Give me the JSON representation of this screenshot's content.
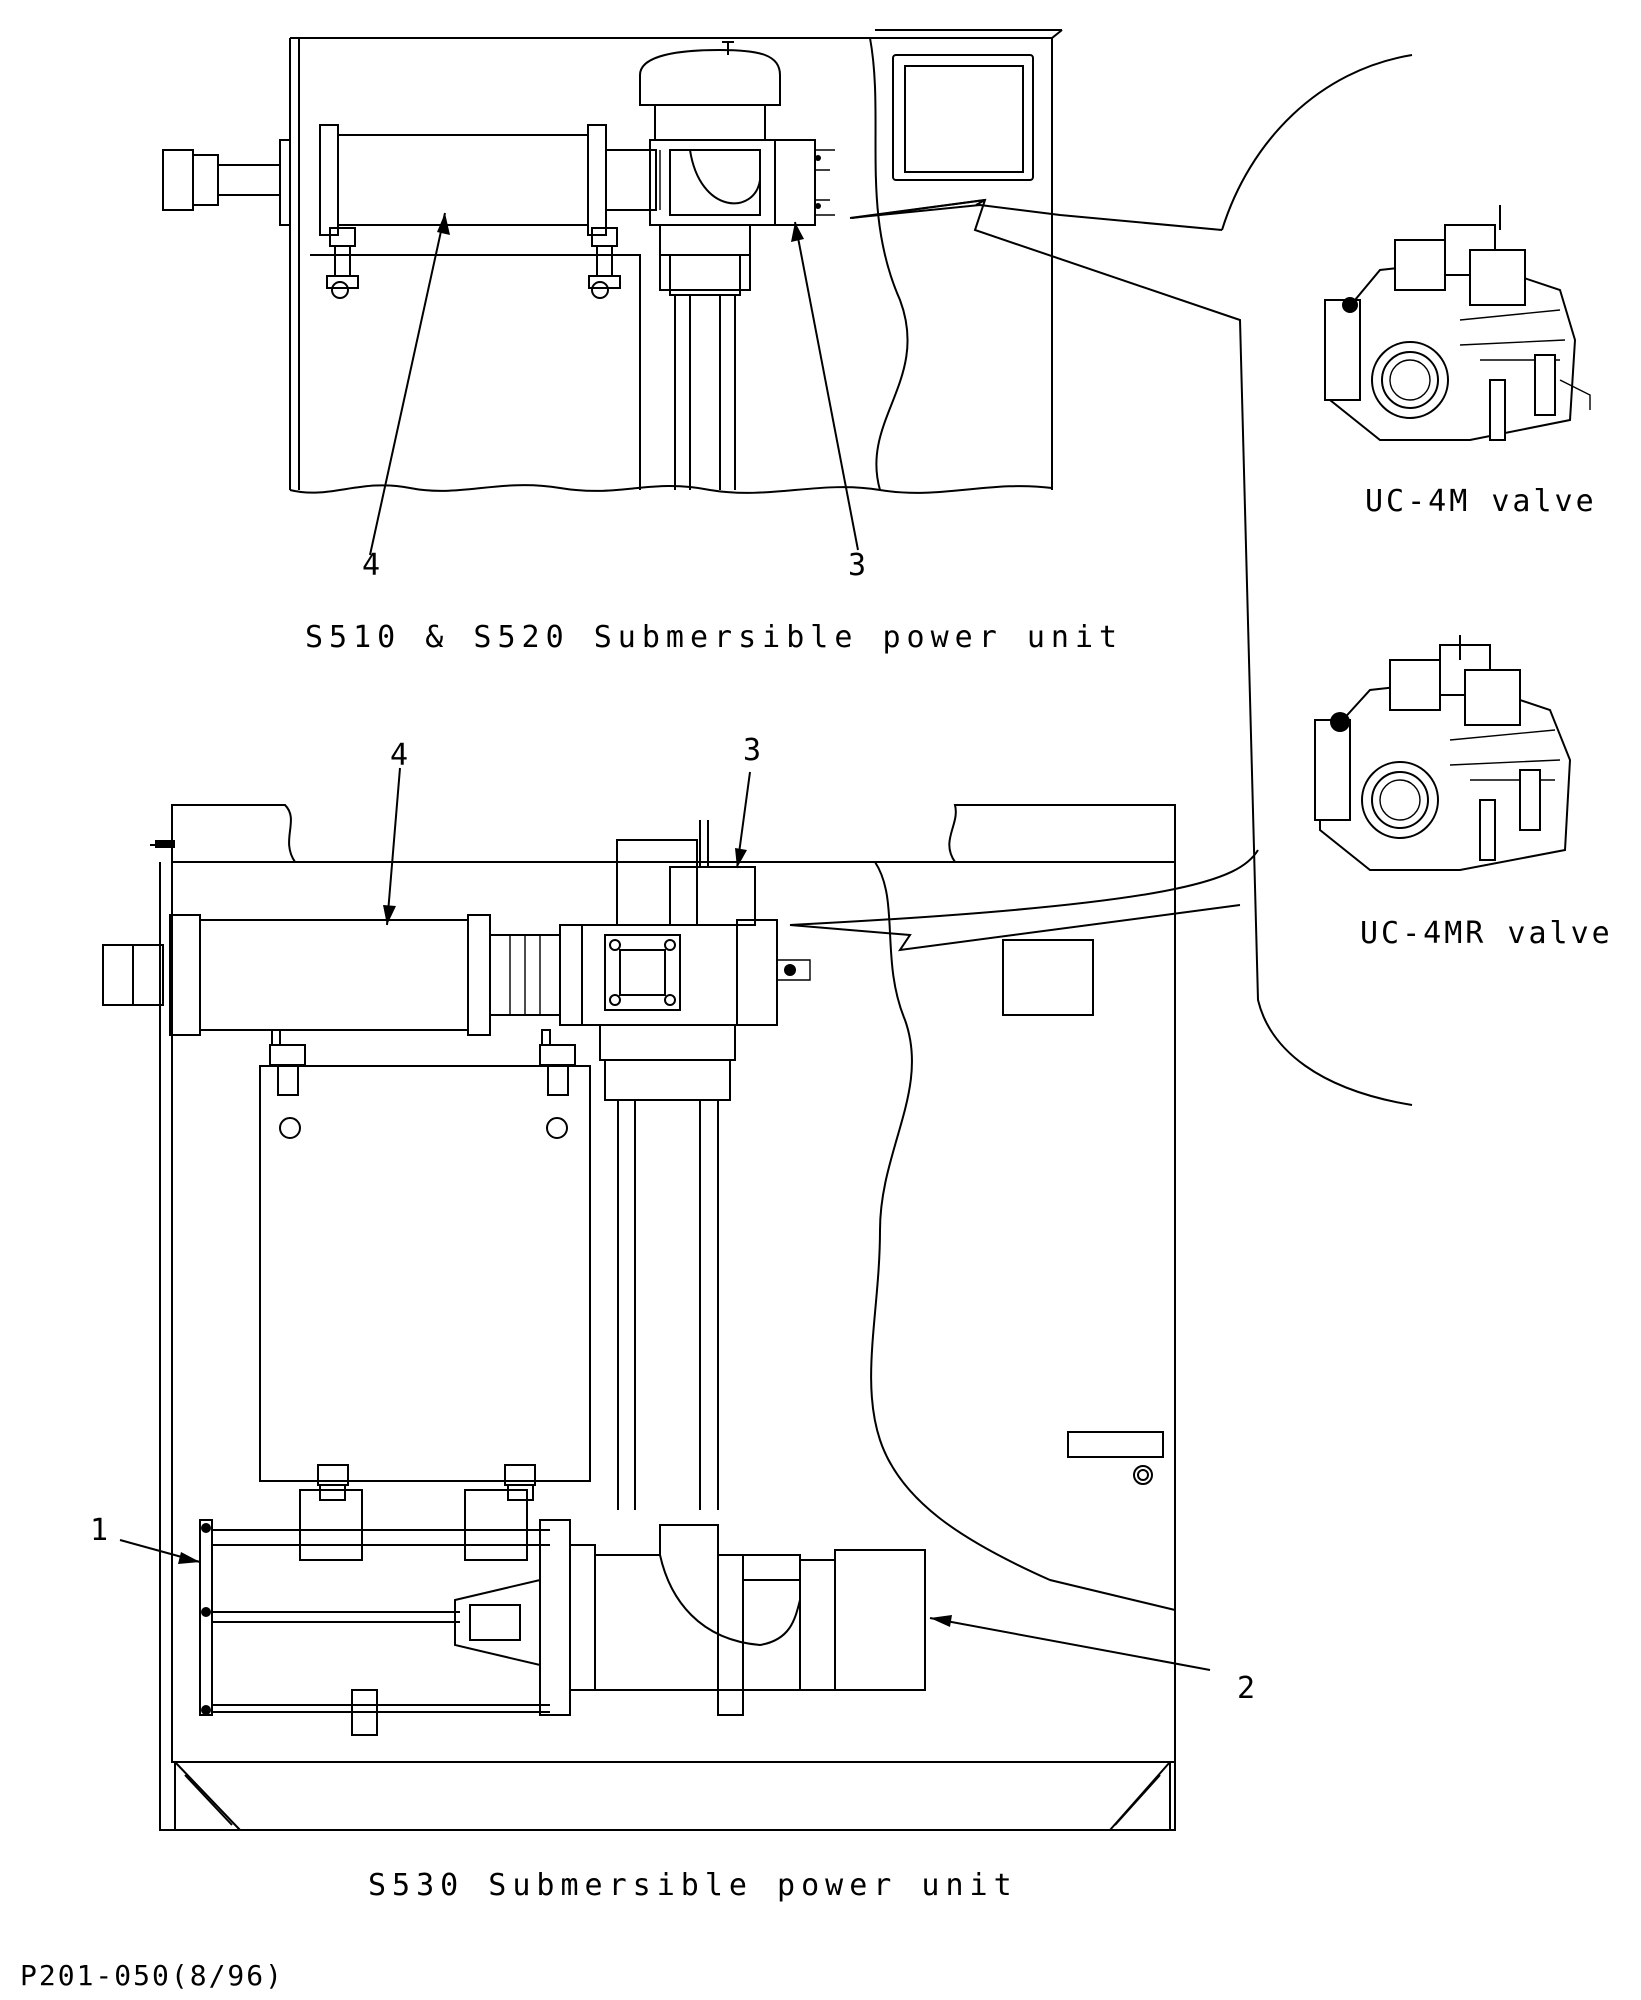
{
  "captions": {
    "top_unit": "S510 & S520 Submersible power unit",
    "bottom_unit": "S530 Submersible power unit",
    "valve_1": "UC-4M valve",
    "valve_2": "UC-4MR valve",
    "drawing_id": "P201-050(8/96)"
  },
  "callouts": {
    "top_4": "4",
    "top_3": "3",
    "bottom_4": "4",
    "bottom_3": "3",
    "bottom_1": "1",
    "bottom_2": "2"
  }
}
